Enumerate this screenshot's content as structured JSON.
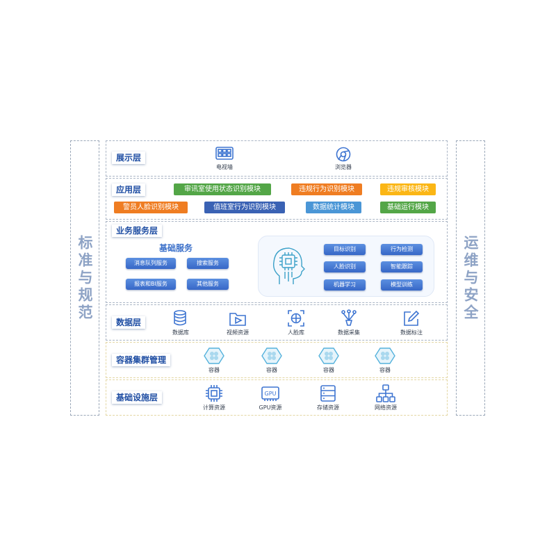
{
  "left_side": {
    "label": "标准与规范"
  },
  "right_side": {
    "label": "运维与安全"
  },
  "display_layer": {
    "title": "展示层",
    "items": [
      {
        "label": "电视墙",
        "icon": "video-wall-icon"
      },
      {
        "label": "浏览器",
        "icon": "browser-icon"
      }
    ]
  },
  "application_layer": {
    "title": "应用层",
    "modules": [
      {
        "label": "审讯室使用状态识别模块",
        "color": "#53a647"
      },
      {
        "label": "违规行为识别模块",
        "color": "#ef7d22"
      },
      {
        "label": "违规审核模块",
        "color": "#fbb615"
      },
      {
        "label": "警员人脸识别模块",
        "color": "#ef7d22"
      },
      {
        "label": "值班室行为识别模块",
        "color": "#3a62b4"
      },
      {
        "label": "数据统计模块",
        "color": "#4a96d6"
      },
      {
        "label": "基础运行模块",
        "color": "#53a647"
      }
    ]
  },
  "business_layer": {
    "title": "业务服务层",
    "basic_title": "基础服务",
    "basic_services": [
      "消息队列服务",
      "搜索服务",
      "报表和BI服务",
      "其他服务"
    ],
    "ai_services": [
      "目标识别",
      "行为检测",
      "人脸识别",
      "智能跟踪",
      "机器学习",
      "模型训练"
    ]
  },
  "data_layer": {
    "title": "数据层",
    "items": [
      {
        "label": "数据库",
        "icon": "database-icon"
      },
      {
        "label": "视频资源",
        "icon": "video-folder-icon"
      },
      {
        "label": "人脸库",
        "icon": "face-scan-icon"
      },
      {
        "label": "数据采集",
        "icon": "data-collection-icon"
      },
      {
        "label": "数据标注",
        "icon": "annotation-icon"
      }
    ]
  },
  "container_layer": {
    "title": "容器集群管理",
    "items": [
      {
        "label": "容器"
      },
      {
        "label": "容器"
      },
      {
        "label": "容器"
      },
      {
        "label": "容器"
      }
    ]
  },
  "infra_layer": {
    "title": "基础设施层",
    "items": [
      {
        "label": "计算资源",
        "icon": "cpu-icon"
      },
      {
        "label": "GPU资源",
        "icon": "gpu-icon"
      },
      {
        "label": "存储资源",
        "icon": "storage-icon"
      },
      {
        "label": "网络资源",
        "icon": "network-icon"
      }
    ],
    "gpu_chip_text": "GPU"
  }
}
